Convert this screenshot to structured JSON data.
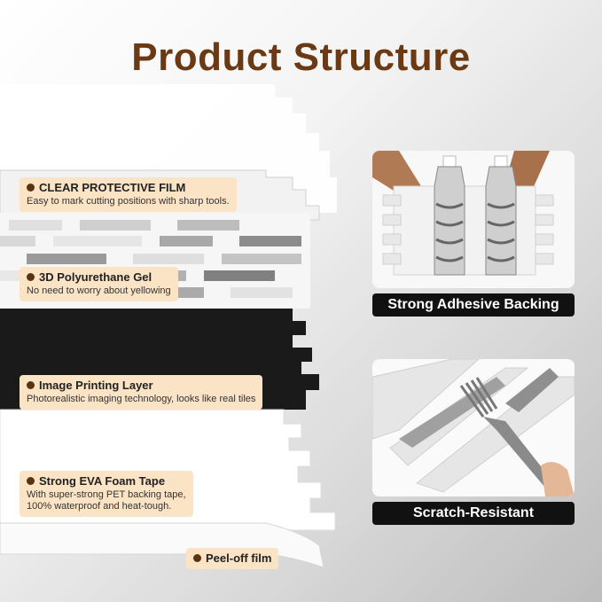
{
  "title": "Product Structure",
  "colors": {
    "title": "#6b3a14",
    "label_bg": "#fbe3c6",
    "bullet": "#5a3411",
    "banner_bg": "#111111"
  },
  "layers": [
    {
      "name": "CLEAR PROTECTIVE FILM",
      "description": "Easy to mark cutting positions with sharp tools."
    },
    {
      "name": "3D Polyurethane Gel",
      "description": "No need to worry about yellowing"
    },
    {
      "name": "Image Printing Layer",
      "description": "Photorealistic imaging technology, looks like real tiles"
    },
    {
      "name": "Strong EVA Foam Tape",
      "description": "With super-strong PET backing tape,\n100% waterproof and heat-tough."
    },
    {
      "name": "Peel-off film",
      "description": ""
    }
  ],
  "features": [
    {
      "label": "Strong Adhesive Backing",
      "icon": "water-bottles-photo"
    },
    {
      "label": "Scratch-Resistant",
      "icon": "fork-scratch-photo"
    }
  ]
}
